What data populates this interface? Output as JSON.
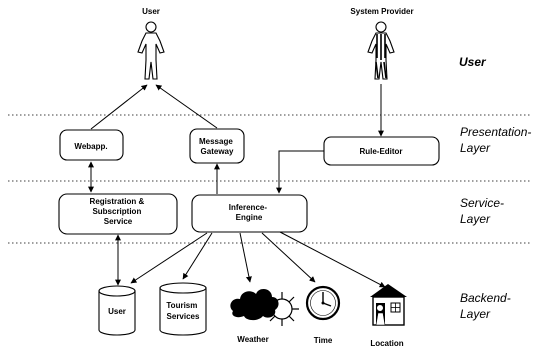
{
  "actors": {
    "user": "User",
    "system_provider": "System Provider"
  },
  "layers": {
    "user": "User",
    "presentation": [
      "Presentation-",
      "Layer"
    ],
    "service": [
      "Service-",
      "Layer"
    ],
    "backend": [
      "Backend-",
      "Layer"
    ]
  },
  "components": {
    "webapp": "Webapp.",
    "message_gateway": [
      "Message",
      "Gateway"
    ],
    "rule_editor": "Rule-Editor",
    "registration": [
      "Registration &",
      "Subscription",
      "Service"
    ],
    "inference_engine": [
      "Inference-",
      "Engine"
    ]
  },
  "backend": {
    "user_db": "User",
    "tourism_db": [
      "Tourism",
      "Services"
    ],
    "weather": "Weather",
    "time": "Time",
    "location": "Location"
  },
  "icons": {
    "weather": "cloud-sun-icon",
    "time": "clock-icon",
    "location": "house-person-icon"
  }
}
